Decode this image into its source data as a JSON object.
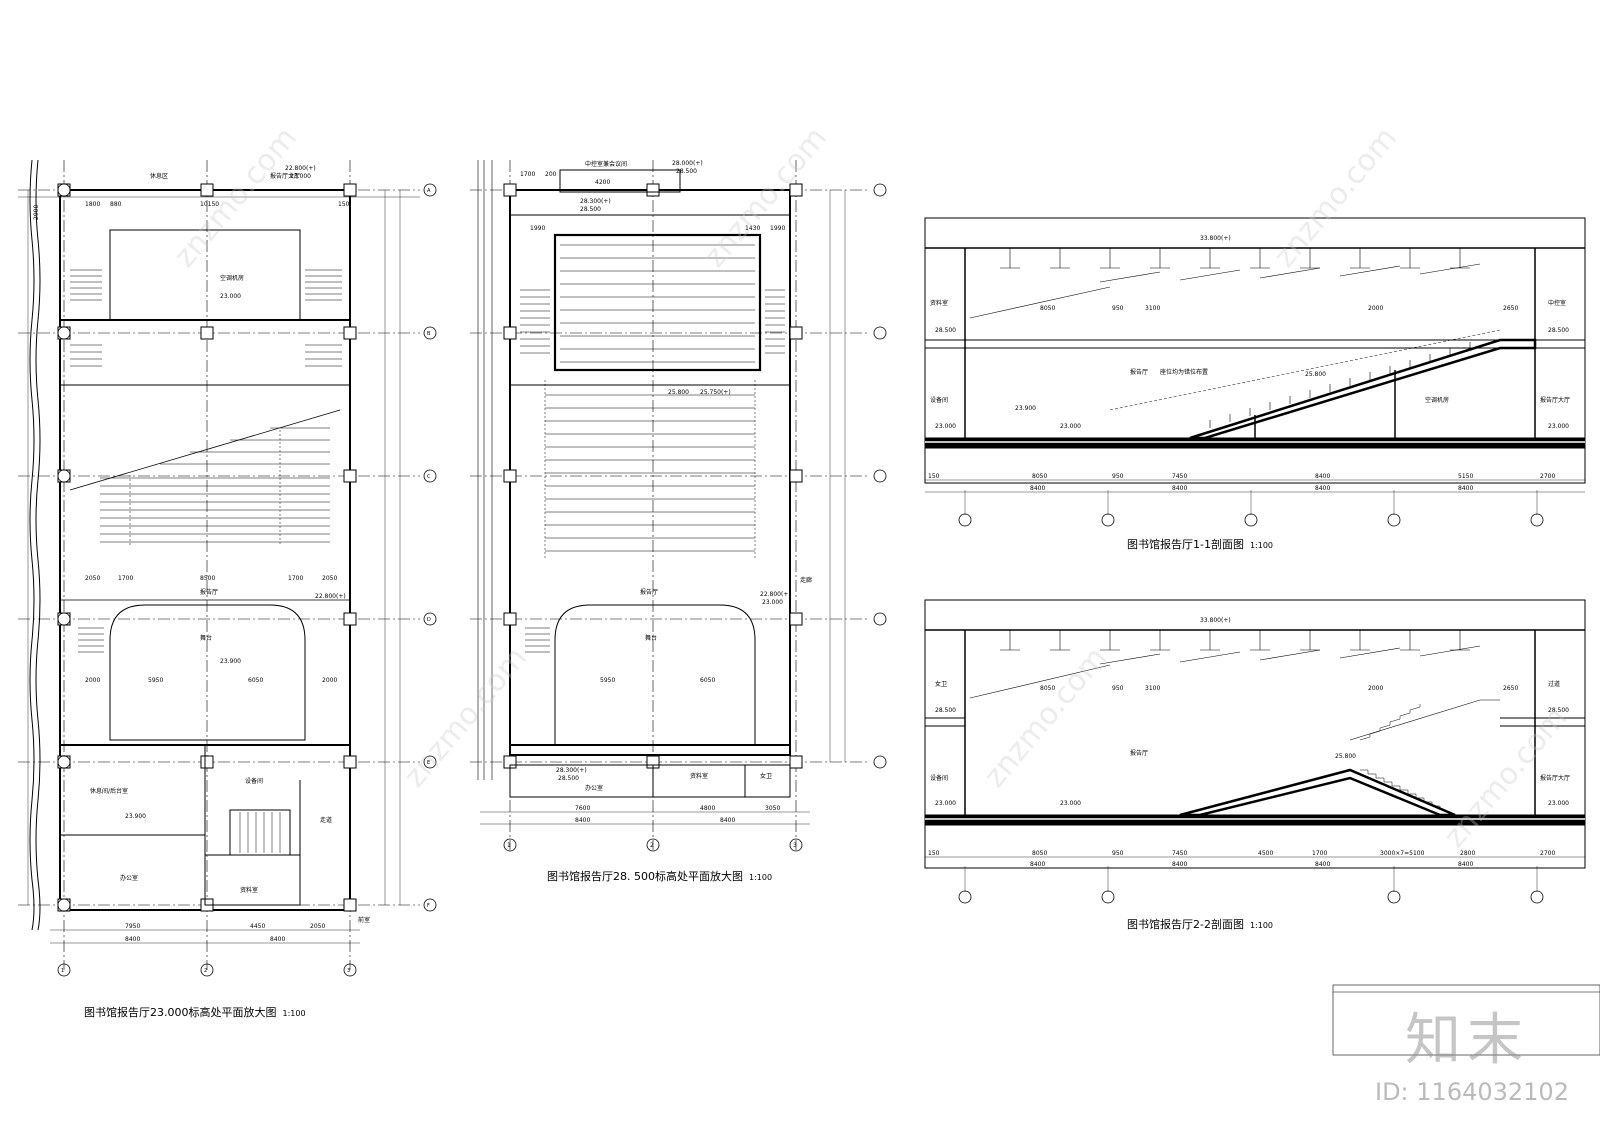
{
  "drawings": {
    "plan_23000": {
      "title": "图书馆报告厅23.000标高处平面放大图",
      "scale": "1:100",
      "rooms": [
        "休息区",
        "报告厅大厅",
        "空调机房",
        "报告厅",
        "舞台",
        "休息间/后台室",
        "设备间",
        "走道",
        "办公室",
        "资料室",
        "前室"
      ],
      "levels": [
        "22.800(+)",
        "23.000",
        "23.900",
        "23.000",
        "22.800(+)",
        "23.000",
        "23.900"
      ],
      "dims_top": [
        "2900",
        "1800",
        "880",
        "10150",
        "150"
      ],
      "dims_bottom": [
        "7950",
        "4450",
        "2050",
        "8400",
        "8400"
      ],
      "stage_dims": [
        "2000",
        "5950",
        "6050",
        "2000"
      ],
      "seat_dims": [
        "2050",
        "1700",
        "8500",
        "1700",
        "2050"
      ],
      "axes_col": [
        "1",
        "2",
        "3"
      ],
      "axes_row": [
        "A",
        "B",
        "C",
        "D",
        "E",
        "F"
      ]
    },
    "plan_28500": {
      "title": "图书馆报告厅28. 500标高处平面放大图",
      "scale": "1:100",
      "rooms": [
        "中控室兼会议间",
        "报告厅",
        "舞台",
        "办公室",
        "资料室",
        "女卫",
        "走廊"
      ],
      "levels": [
        "28.000(+)",
        "28.500",
        "28.300(+)",
        "28.500",
        "25.800",
        "25.750(+)",
        "22.800(+)",
        "23.000",
        "28.300(+)",
        "28.500"
      ],
      "dims_top": [
        "1700",
        "200",
        "4200",
        "1990",
        "1430",
        "1990"
      ],
      "dims_bottom": [
        "7600",
        "4800",
        "3050",
        "8400",
        "8400"
      ],
      "stage_dims": [
        "5950",
        "6050"
      ],
      "stage_label": "舞台",
      "axes_col": [
        "1",
        "2",
        "3"
      ]
    },
    "section_11": {
      "title": "图书馆报告厅1-1剖面图",
      "scale": "1:100",
      "rooms": [
        "资料室",
        "中控室",
        "设备间",
        "报告厅",
        "空调机房",
        "报告厅大厅"
      ],
      "note": "座位均为错位布置",
      "levels": [
        "33.800(+)",
        "28.500",
        "28.500",
        "23.900",
        "23.000",
        "23.000",
        "25.800",
        "23.000"
      ],
      "dims_top": [
        "8050",
        "950",
        "3100",
        "2000",
        "2650"
      ],
      "dims_bottom_a": [
        "150",
        "8050",
        "950",
        "7450",
        "8400",
        "5150",
        "2700"
      ],
      "dims_bottom_b": [
        "8400",
        "8400",
        "8400",
        "8400"
      ]
    },
    "section_22": {
      "title": "图书馆报告厅2-2剖面图",
      "scale": "1:100",
      "rooms": [
        "女卫",
        "过道",
        "设备间",
        "报告厅",
        "报告厅大厅"
      ],
      "levels": [
        "33.800(+)",
        "28.500",
        "28.500",
        "23.000",
        "23.000",
        "25.800",
        "23.000"
      ],
      "dims_top": [
        "8050",
        "950",
        "3100",
        "2000",
        "2650"
      ],
      "dims_bottom_a": [
        "150",
        "8050",
        "950",
        "7450",
        "4500",
        "1700",
        "3000×7=5100",
        "2800",
        "2700"
      ],
      "dims_bottom_b": [
        "8400",
        "8400",
        "8400",
        "8400"
      ]
    }
  },
  "branding": {
    "logo": "知末",
    "id_text": "ID: 1164032102",
    "watermark": "znzmo.com"
  }
}
